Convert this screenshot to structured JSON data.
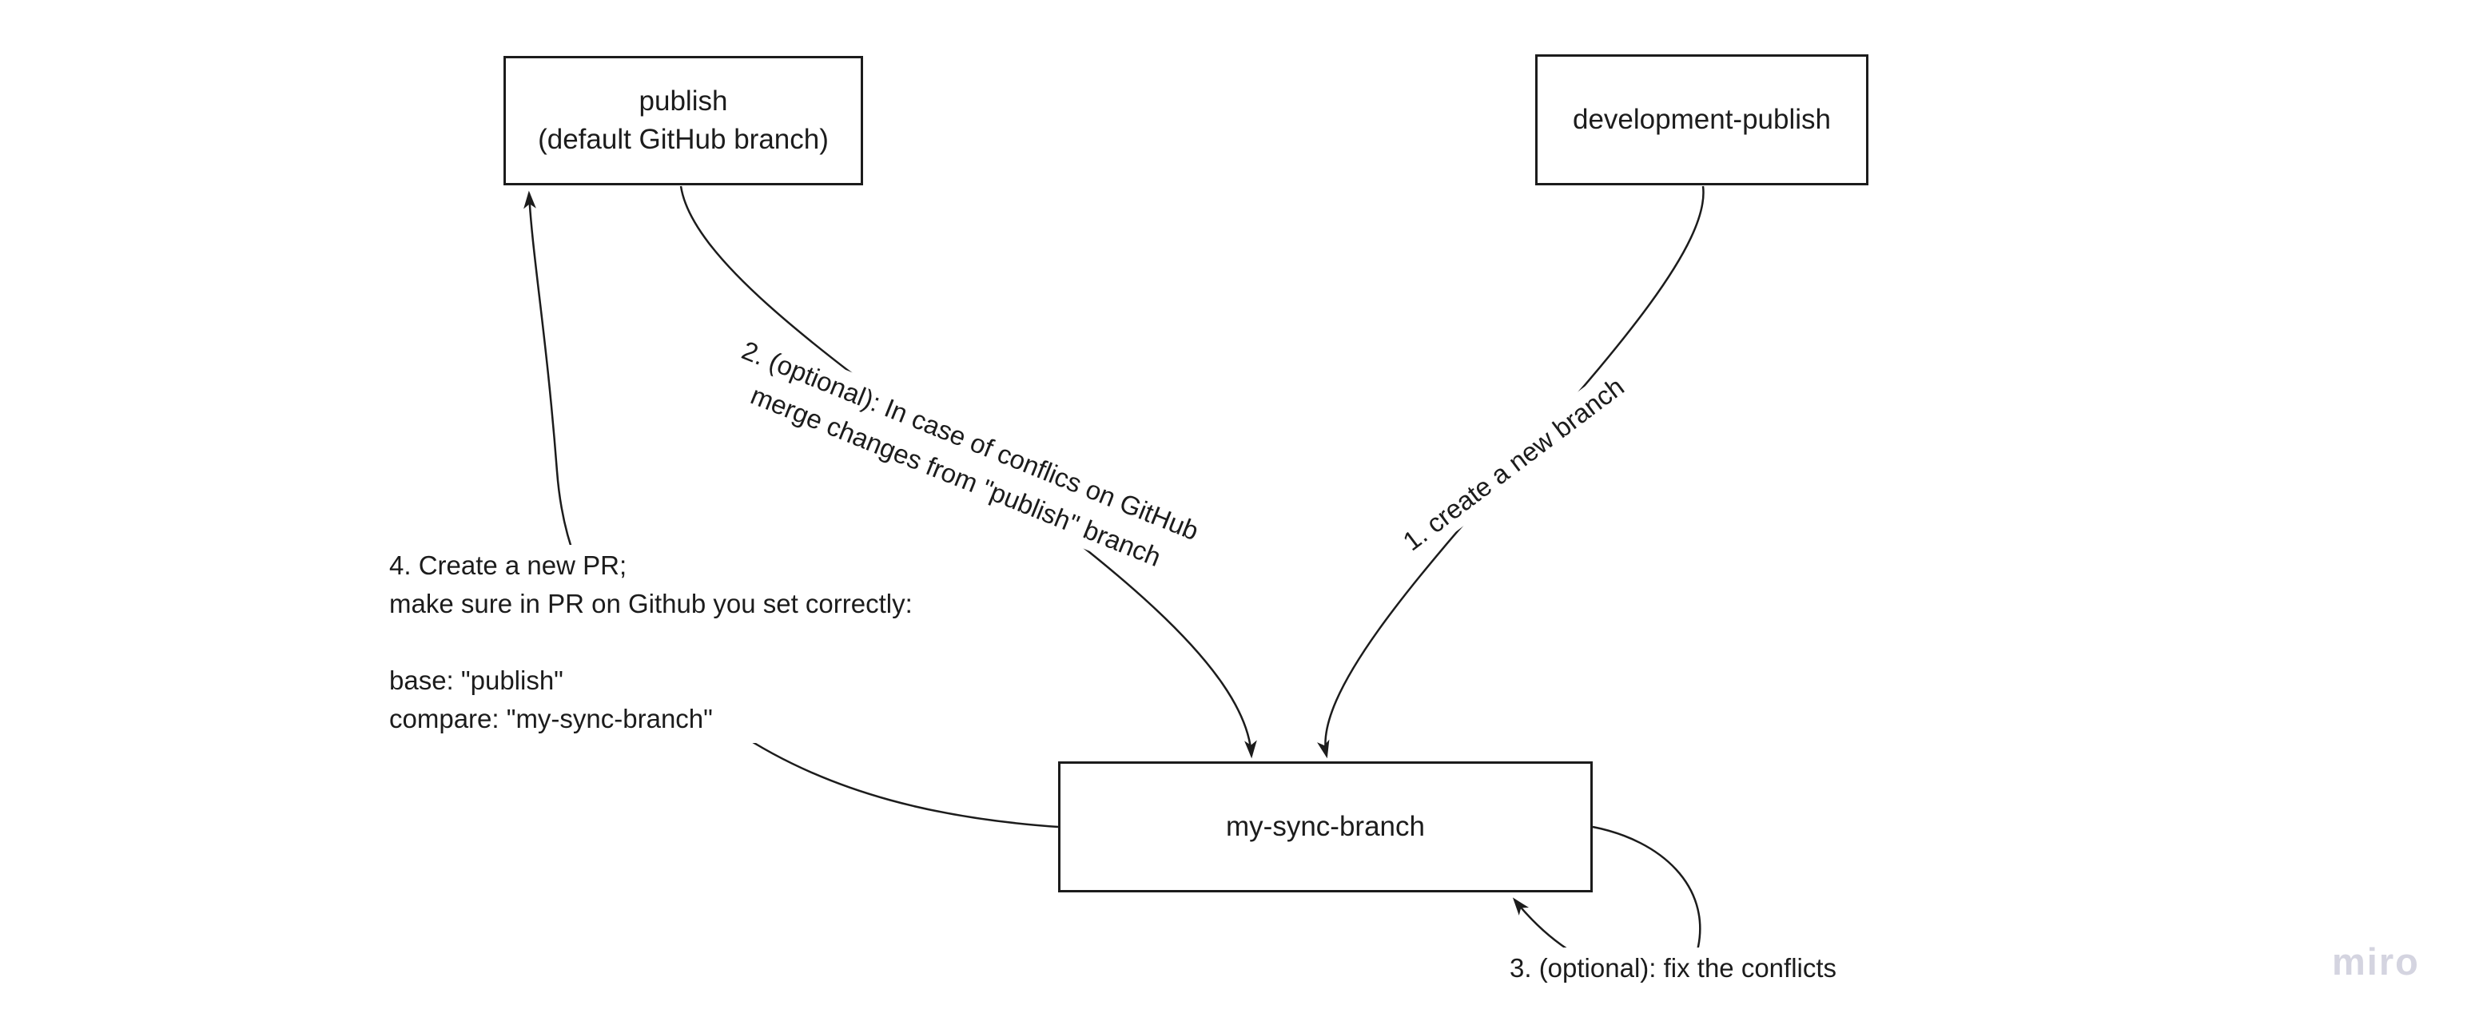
{
  "canvas": {
    "background_color": "#ffffff",
    "stroke_color": "#1c1c1c",
    "text_color": "#1c1c1c",
    "watermark": "miro",
    "watermark_color": "#d4d4e0"
  },
  "nodes": {
    "publish": {
      "label": "publish\n(default GitHub branch)"
    },
    "development_publish": {
      "label": "development-publish"
    },
    "my_sync_branch": {
      "label": "my-sync-branch"
    }
  },
  "annotations": {
    "step1": {
      "label": "1. create a new branch"
    },
    "step2": {
      "label": "2. (optional): In case of conflics on GitHub\nmerge changes from \"publish\" branch"
    },
    "step3": {
      "label": "3. (optional): fix the conflicts"
    },
    "step4": {
      "label": "4. Create a new PR;\nmake sure in PR on Github you set correctly:\n\nbase: \"publish\"\ncompare: \"my-sync-branch\""
    }
  }
}
